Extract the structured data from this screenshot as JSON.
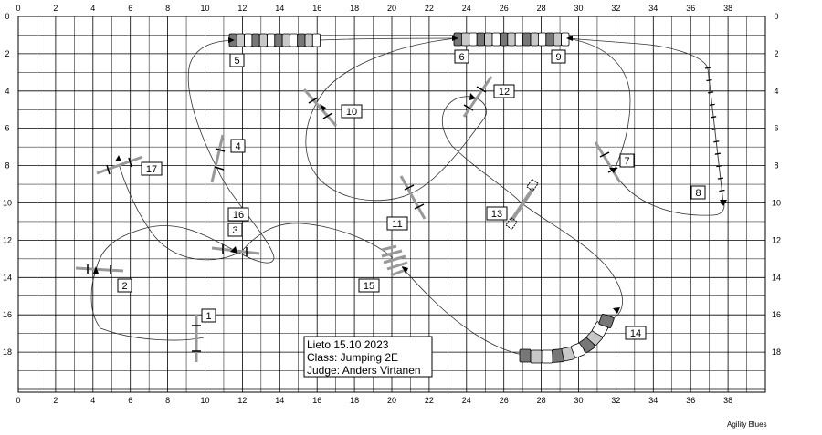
{
  "diagram": {
    "x_ticks": [
      "0",
      "2",
      "4",
      "6",
      "8",
      "10",
      "12",
      "14",
      "16",
      "18",
      "20",
      "22",
      "24",
      "26",
      "28",
      "30",
      "32",
      "34",
      "36",
      "38"
    ],
    "y_ticks": [
      "0",
      "2",
      "4",
      "6",
      "8",
      "10",
      "12",
      "14",
      "16",
      "18"
    ],
    "obstacle_numbers": [
      "1",
      "2",
      "3",
      "4",
      "5",
      "6",
      "7",
      "8",
      "9",
      "10",
      "11",
      "12",
      "13",
      "14",
      "15",
      "16",
      "17"
    ],
    "info_box": {
      "line1": "Lieto 15.10 2023",
      "line2": "Class: Jumping 2E",
      "line3": "Judge: Anders Virtanen"
    },
    "credit": "Agility Blues",
    "colors": {
      "grid": "#000000",
      "path": "#333333",
      "tunnel_dark": "#777777",
      "tunnel_light": "#c8c8c8",
      "tunnel_white": "#ffffff",
      "jump_bar": "#999999"
    }
  }
}
